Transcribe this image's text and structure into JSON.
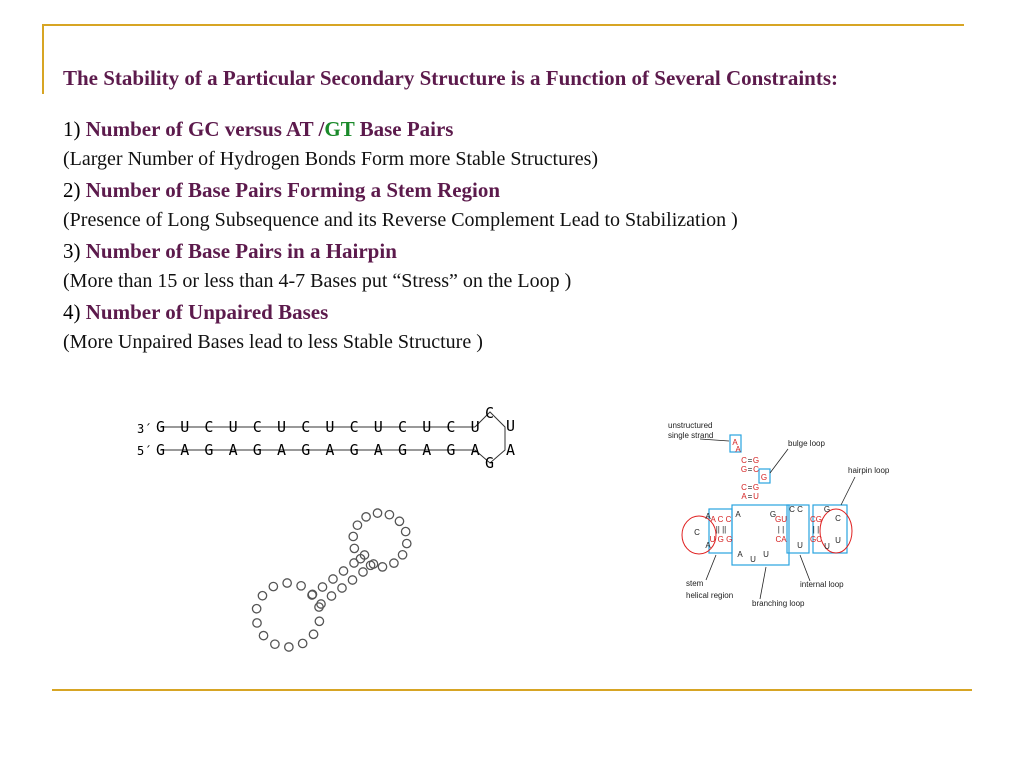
{
  "title": "The Stability of a Particular Secondary Structure is a Function of Several Constraints:",
  "constraints": [
    {
      "num": "1)",
      "heading": "Number of GC versus AT /",
      "heading_green": "GT",
      "heading_tail": " Base Pairs",
      "desc": "(Larger Number of Hydrogen Bonds Form more Stable Structures)"
    },
    {
      "num": "2)",
      "heading": "Number of Base Pairs Forming a Stem Region",
      "desc": "(Presence of Long Subsequence and its Reverse Complement Lead to Stabilization )"
    },
    {
      "num": "3)",
      "heading": "Number of Base Pairs in a Hairpin",
      "desc": "(More than 15 or less than 4-7 Bases put “Stress” on the Loop )"
    },
    {
      "num": "4)",
      "heading": "Number of Unpaired Bases",
      "desc": "(More Unpaired Bases lead to less Stable Structure )"
    }
  ],
  "hairpin": {
    "label3": "3´",
    "label5": "5´",
    "top_strand": [
      "G",
      "U",
      "C",
      "U",
      "C",
      "U",
      "C",
      "U",
      "C",
      "U",
      "C",
      "U",
      "C",
      "U"
    ],
    "bottom_strand": [
      "G",
      "A",
      "G",
      "A",
      "G",
      "A",
      "G",
      "A",
      "G",
      "A",
      "G",
      "A",
      "G",
      "A"
    ],
    "loop_top": "C",
    "loop_right_top": "U",
    "loop_bottom": "G",
    "loop_right_bottom": "A"
  },
  "loop_diagram": {
    "labels": {
      "unstructured": "unstructured",
      "single_strand": "single strand",
      "bulge": "bulge loop",
      "hairpin": "hairpin loop",
      "stem": "stem",
      "helical": "helical region",
      "internal": "internal loop",
      "branching": "branching loop"
    },
    "colors": {
      "box": "#29a3e0",
      "circle": "#e02020",
      "paired": "#d42020",
      "text": "#111111"
    }
  }
}
